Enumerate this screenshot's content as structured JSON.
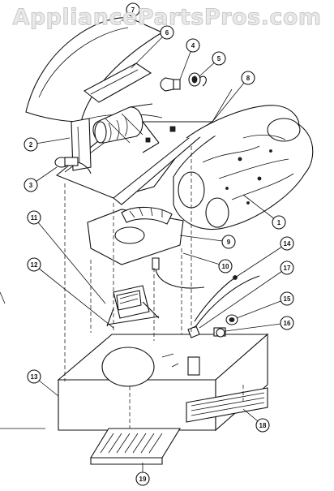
{
  "watermark": {
    "text": "AppliancePartsPros.com"
  },
  "diagram": {
    "parts": [
      {
        "id": "1"
      },
      {
        "id": "2"
      },
      {
        "id": "3"
      },
      {
        "id": "4"
      },
      {
        "id": "5"
      },
      {
        "id": "6"
      },
      {
        "id": "7"
      },
      {
        "id": "8"
      },
      {
        "id": "9"
      },
      {
        "id": "10"
      },
      {
        "id": "11"
      },
      {
        "id": "12"
      },
      {
        "id": "13"
      },
      {
        "id": "14"
      },
      {
        "id": "15"
      },
      {
        "id": "16"
      },
      {
        "id": "17"
      },
      {
        "id": "18"
      },
      {
        "id": "19"
      }
    ]
  },
  "colors": {
    "ink": "#111111",
    "paper": "#ffffff",
    "watermark": "#e6e6e6"
  }
}
